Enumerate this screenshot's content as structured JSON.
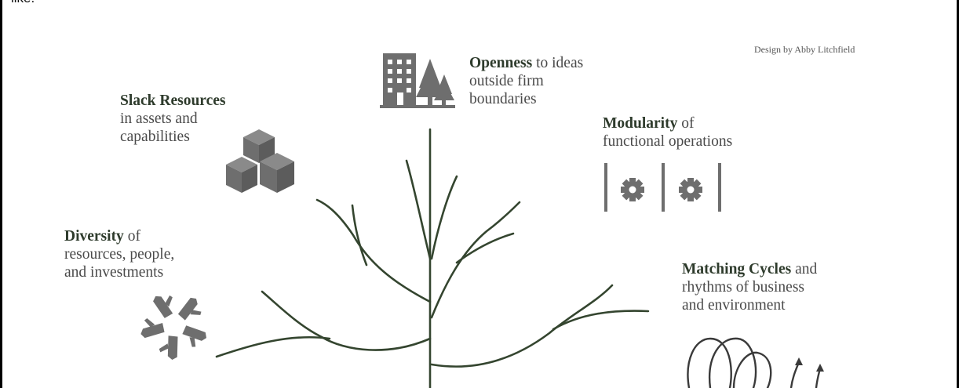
{
  "top_fragment": "like.",
  "credit": "Design by Abby Litchfield",
  "colors": {
    "branch": "#34452f",
    "icon": "#6e6e6e",
    "heading": "#2e3b2c",
    "body": "#4a4a4a"
  },
  "labels": {
    "slack": {
      "title": "Slack Resources",
      "line1": "in assets and",
      "line2": "capabilities",
      "icon": "stacked-boxes-icon"
    },
    "openness": {
      "title": "Openness",
      "suffix": " to ideas",
      "line2": "outside firm",
      "line3": "boundaries",
      "icon": "building-and-trees-icon"
    },
    "modularity": {
      "title": "Modularity",
      "suffix": " of",
      "line2": "functional operations",
      "icon": "gear-modules-icon"
    },
    "diversity": {
      "title": "Diversity",
      "suffix": " of",
      "line2": "resources, people,",
      "line3": "and investments",
      "icon": "joined-hands-icon"
    },
    "cycles": {
      "title": "Matching Cycles",
      "suffix": " and",
      "line2": "rhythms of business",
      "line3": "and environment",
      "icon": "cycle-loops-icon"
    }
  }
}
